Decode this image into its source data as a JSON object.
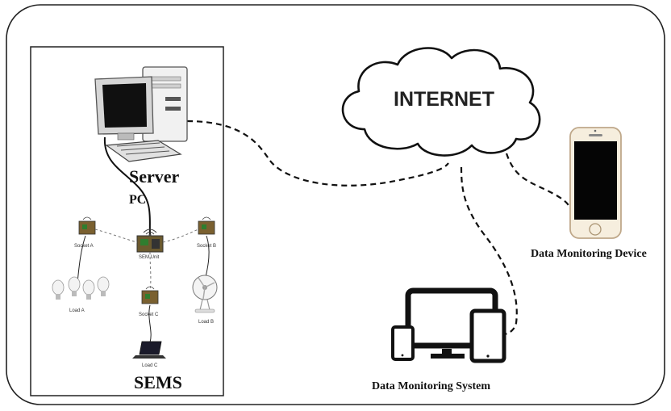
{
  "network": {
    "cloud_label": "INTERNET",
    "server_label": "Server",
    "pc_label": "PC",
    "system_label": "SEMS",
    "hub_label": "SEM Unit",
    "monitoring_device_label": "Data Monitoring Device",
    "monitoring_system_label": "Data Monitoring System"
  },
  "sockets": {
    "a": "Socket A",
    "b": "Socket B",
    "c": "Socket C"
  },
  "loads": {
    "a": "Load A",
    "b": "Load B",
    "c": "Load C"
  }
}
